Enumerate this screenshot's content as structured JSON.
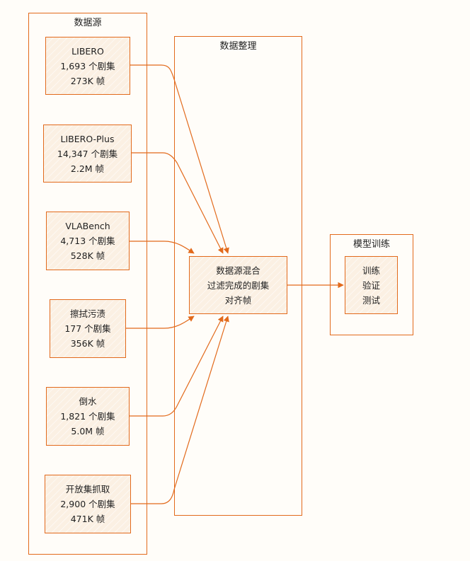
{
  "groups": {
    "sources": {
      "title": "数据源"
    },
    "curation": {
      "title": "数据整理"
    },
    "training": {
      "title": "模型训练"
    }
  },
  "sources": [
    {
      "name": "LIBERO",
      "episodes": "1,693 个剧集",
      "frames": "273K 帧"
    },
    {
      "name": "LIBERO-Plus",
      "episodes": "14,347 个剧集",
      "frames": "2.2M 帧"
    },
    {
      "name": "VLABench",
      "episodes": "4,713 个剧集",
      "frames": "528K 帧"
    },
    {
      "name": "擦拭污渍",
      "episodes": "177 个剧集",
      "frames": "356K 帧"
    },
    {
      "name": "倒水",
      "episodes": "1,821 个剧集",
      "frames": "5.0M 帧"
    },
    {
      "name": "开放集抓取",
      "episodes": "2,900 个剧集",
      "frames": "471K 帧"
    }
  ],
  "curation_node": {
    "lines": [
      "数据源混合",
      "过滤完成的剧集",
      "对齐帧"
    ]
  },
  "training_node": {
    "lines": [
      "训练",
      "验证",
      "测试"
    ]
  },
  "colors": {
    "stroke": "#e26a1c",
    "node_fill": "#fbf0e3",
    "background": "#fffdf9"
  }
}
